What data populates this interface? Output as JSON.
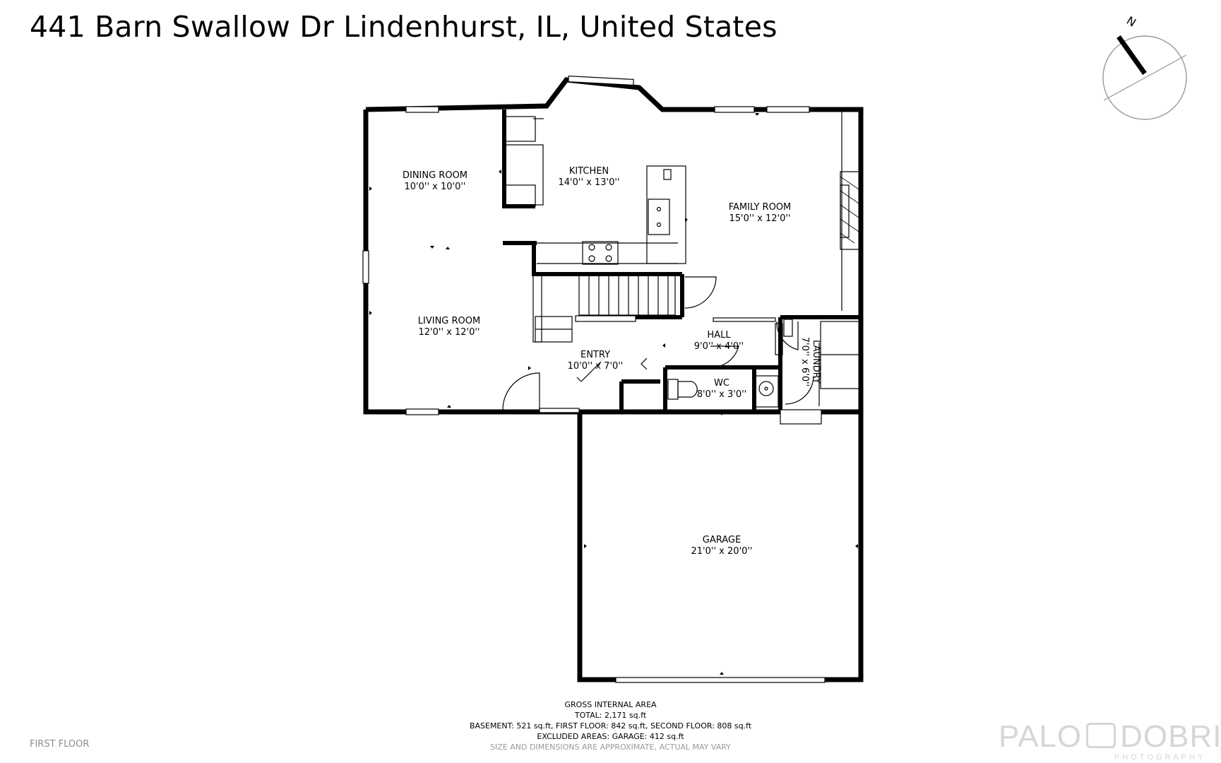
{
  "title": "441 Barn Swallow Dr Lindenhurst, IL, United States",
  "compass": {
    "label": "N",
    "icon": "compass-icon"
  },
  "rooms": {
    "dining": {
      "name": "DINING ROOM",
      "size": "10'0'' x 10'0''"
    },
    "kitchen": {
      "name": "KITCHEN",
      "size": "14'0'' x 13'0''"
    },
    "family": {
      "name": "FAMILY ROOM",
      "size": "15'0'' x 12'0''"
    },
    "living": {
      "name": "LIVING ROOM",
      "size": "12'0'' x 12'0''"
    },
    "hall": {
      "name": "HALL",
      "size": "9'0'' x 4'0''"
    },
    "entry": {
      "name": "ENTRY",
      "size": "10'0'' x 7'0''"
    },
    "wc": {
      "name": "WC",
      "size": "8'0'' x 3'0''"
    },
    "laundry": {
      "name": "LAUNDRY",
      "size": "7'0'' x 6'0''"
    },
    "garage": {
      "name": "GARAGE",
      "size": "21'0'' x 20'0''"
    }
  },
  "footer": {
    "line1": "GROSS INTERNAL AREA",
    "line2": "TOTAL: 2,171 sq.ft",
    "line3": "BASEMENT: 521 sq.ft, FIRST FLOOR: 842 sq.ft, SECOND FLOOR: 808 sq.ft",
    "line4": "EXCLUDED AREAS: GARAGE: 412 sq.ft",
    "line5": "SIZE AND DIMENSIONS ARE APPROXIMATE, ACTUAL MAY VARY"
  },
  "floor_label": "FIRST FLOOR",
  "brand": {
    "name_left": "PALO",
    "name_right": "DOBRIK",
    "sub": "PHOTOGRAPHY"
  }
}
